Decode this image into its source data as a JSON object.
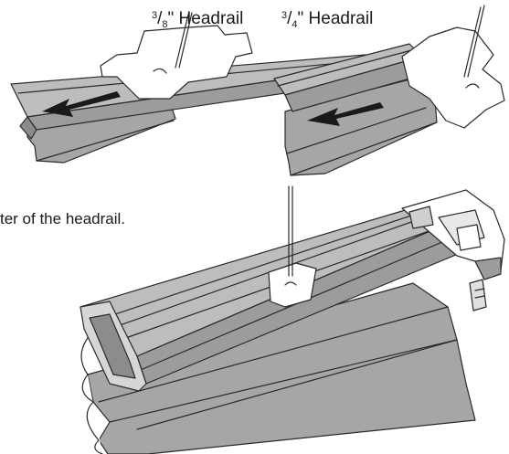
{
  "labels": {
    "left_headrail": {
      "num": "3",
      "den": "8",
      "text": "\" Headrail"
    },
    "right_headrail": {
      "num": "3",
      "den": "4",
      "text": "\" Headrail"
    },
    "caption_partial": "ter of the headrail."
  },
  "colors": {
    "fabric": "#a6a6a6",
    "fabric_dark": "#8c8c8c",
    "rail": "#bdbdbd",
    "rail_light": "#d6d6d6",
    "arrow": "#1a1a1a",
    "outline": "#2a2a2a"
  }
}
